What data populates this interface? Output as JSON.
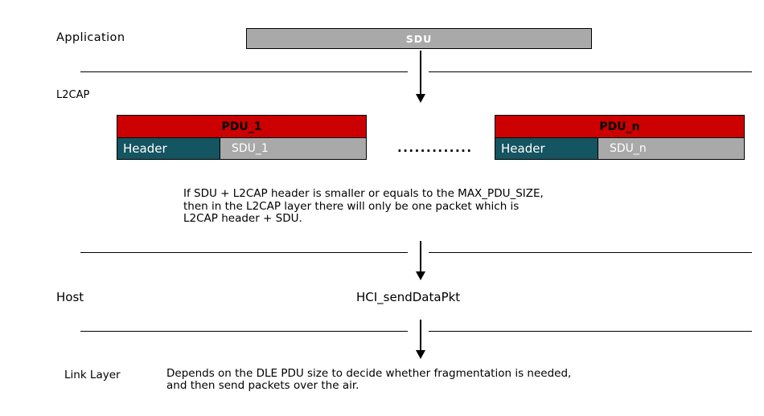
{
  "colors": {
    "pdu_red": "#cc0000",
    "header_teal": "#155461",
    "sdu_gray": "#a9a9a9",
    "line_black": "#000000"
  },
  "application": {
    "label": "Application",
    "sdu_box": "SDU"
  },
  "l2cap": {
    "label": "L2CAP",
    "pdu_first": {
      "title": "PDU_1",
      "header": "Header",
      "payload": "SDU_1"
    },
    "dots": ".............",
    "pdu_last": {
      "title": "PDU_n",
      "header": "Header",
      "payload": "SDU_n"
    },
    "note_line1": "If SDU + L2CAP header is smaller or equals to the MAX_PDU_SIZE,",
    "note_line2": "then in the L2CAP layer there will only be one packet which is",
    "note_line3": "L2CAP header + SDU."
  },
  "host": {
    "label": "Host",
    "function": "HCI_sendDataPkt"
  },
  "link_layer": {
    "label": "Link Layer",
    "note_line1": "Depends on the DLE PDU size to decide whether fragmentation is needed,",
    "note_line2": "and then send packets over the air."
  }
}
